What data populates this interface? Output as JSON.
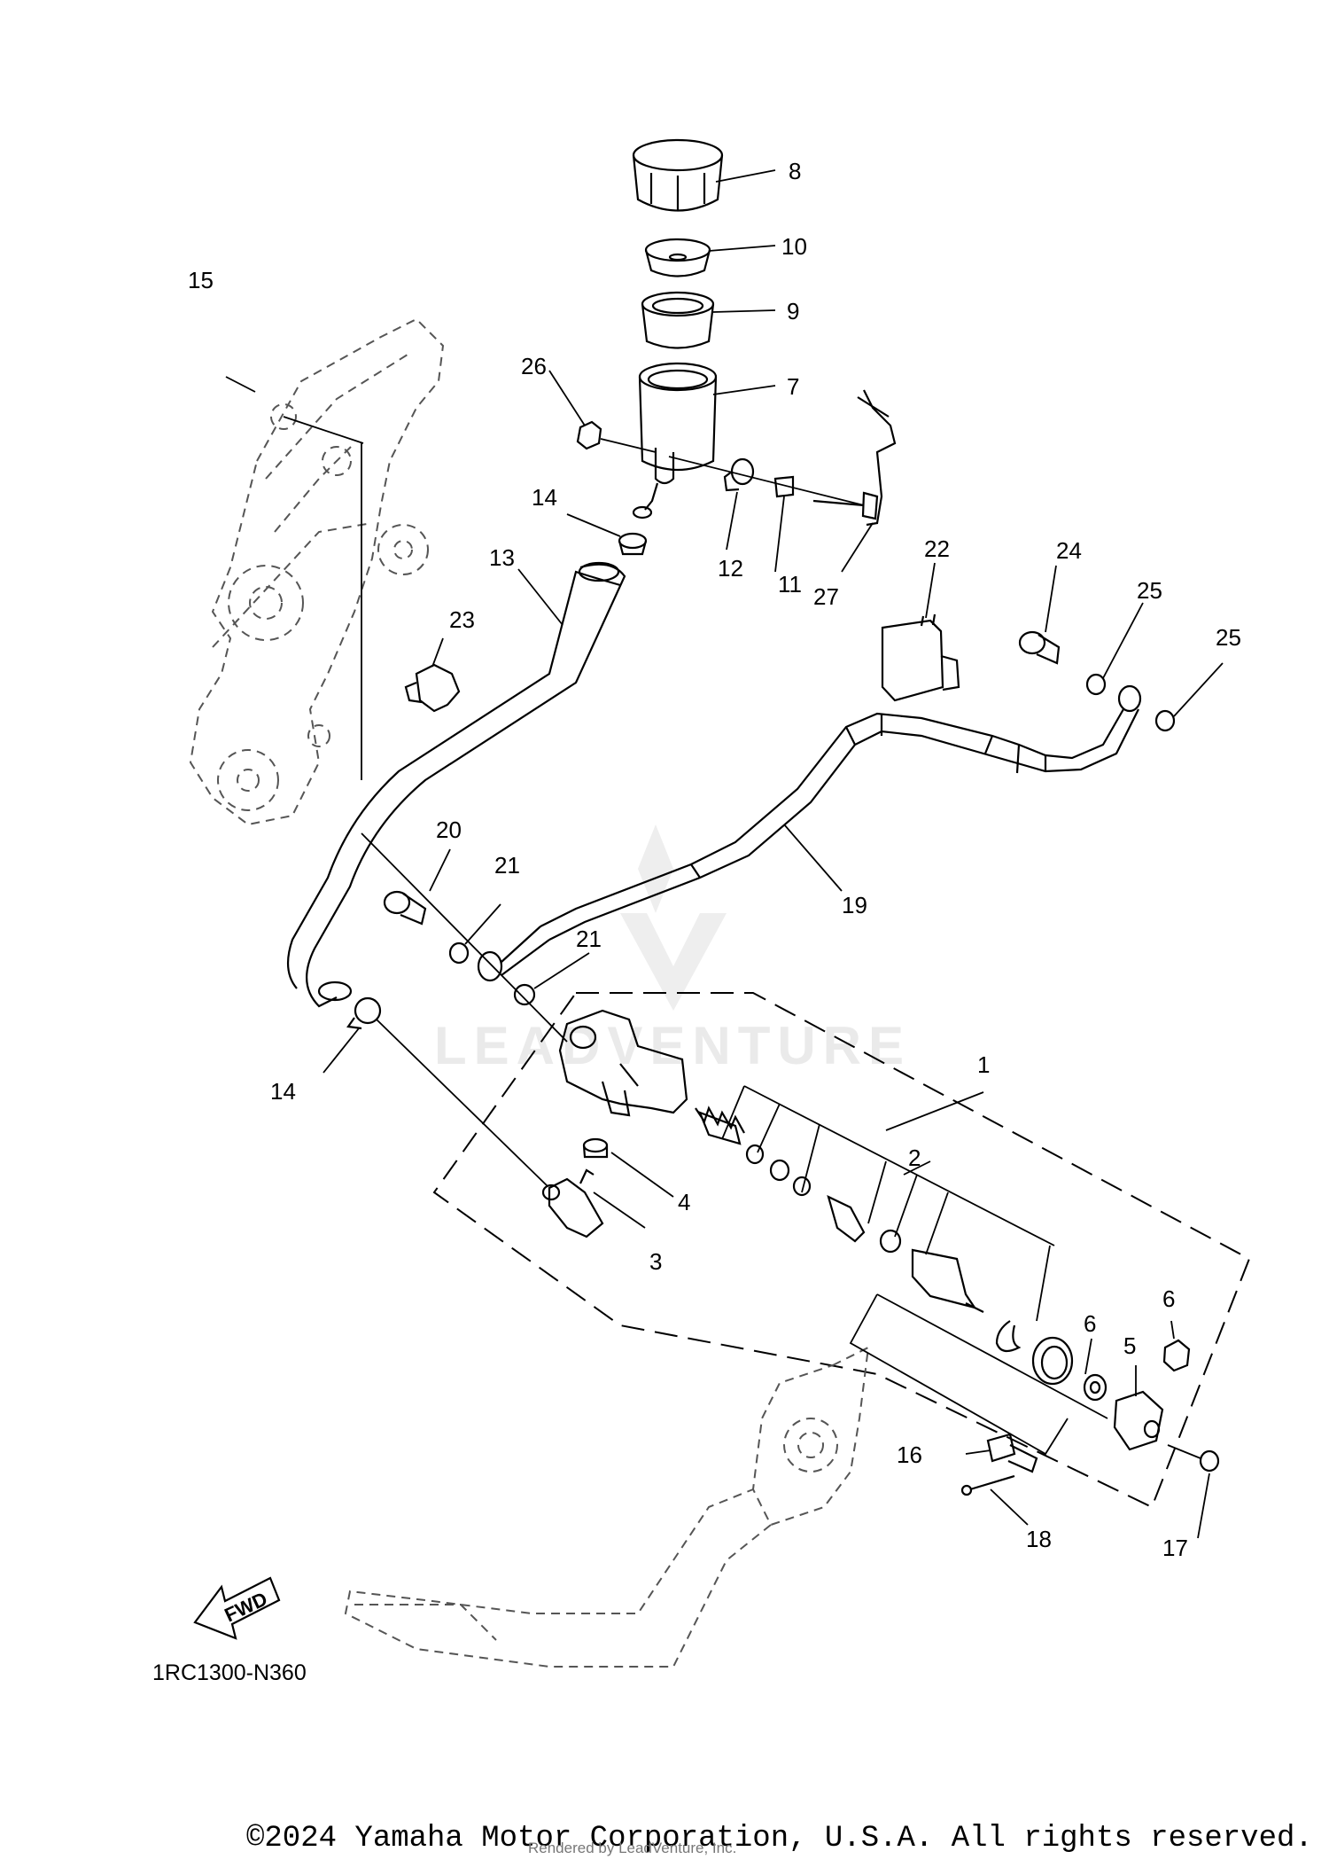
{
  "diagram": {
    "callouts": {
      "c1": "1",
      "c2": "2",
      "c3": "3",
      "c4": "4",
      "c5": "5",
      "c6a": "6",
      "c6b": "6",
      "c7": "7",
      "c8": "8",
      "c9": "9",
      "c10": "10",
      "c11": "11",
      "c12": "12",
      "c13": "13",
      "c14a": "14",
      "c14b": "14",
      "c15": "15",
      "c16": "16",
      "c17": "17",
      "c18": "18",
      "c19": "19",
      "c20": "20",
      "c21a": "21",
      "c21b": "21",
      "c22": "22",
      "c23": "23",
      "c24": "24",
      "c25a": "25",
      "c25b": "25",
      "c26": "26",
      "c27": "27"
    },
    "fwd_label": "FWD",
    "diagram_code": "1RC1300-N360",
    "watermark": "LEADVENTURE"
  },
  "footer": {
    "copyright": "©2024 Yamaha Motor Corporation, U.S.A. All rights reserved.",
    "rendered_by": "Rendered by LeadVenture, Inc."
  }
}
